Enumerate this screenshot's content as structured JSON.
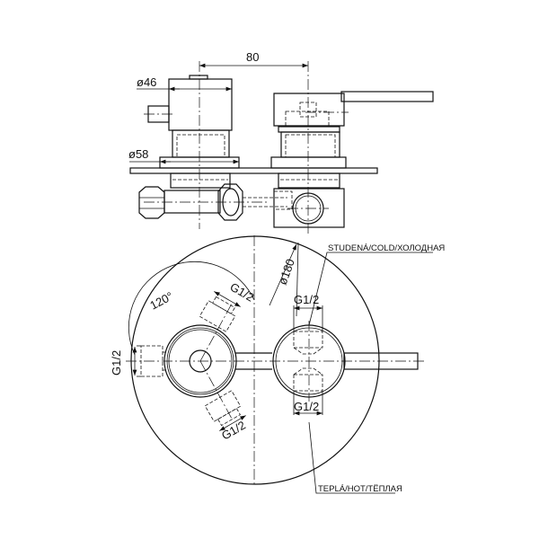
{
  "top_view": {
    "dim_spacing": "80",
    "dim_cap_diameter": "ø46",
    "dim_flange_diameter": "ø58"
  },
  "front_view": {
    "dim_plate_diameter": "ø180",
    "dim_angle": "120°",
    "thread_left": "G1/2",
    "thread_upper_diag": "G1/2",
    "thread_lower_diag": "G1/2",
    "thread_cold": "G1/2",
    "thread_hot": "G1/2",
    "label_cold": "STUDENÁ/COLD/ХОЛОДНАЯ",
    "label_hot": "TEPLÁ/HOT/ТЁПЛАЯ"
  }
}
